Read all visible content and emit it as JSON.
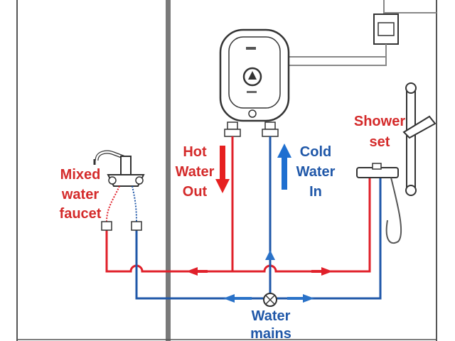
{
  "labels": {
    "hot_line1": "Hot",
    "hot_line2": "Water",
    "hot_line3": "Out",
    "cold_line1": "Cold",
    "cold_line2": "Water",
    "cold_line3": "In",
    "faucet_line1": "Mixed",
    "faucet_line2": "water",
    "faucet_line3": "faucet",
    "shower_line1": "Shower",
    "shower_line2": "set",
    "mains_line1": "Water",
    "mains_line2": "mains"
  },
  "colors": {
    "hot": "#e0202a",
    "cold": "#1f57a8",
    "outline": "#333333",
    "wall": "#555555",
    "label_red": "#d42a2a",
    "label_blue": "#1f57a8"
  },
  "icons": {
    "heater": "water-heater-icon",
    "switch": "electrical-switch-icon",
    "faucet": "mixer-faucet-icon",
    "shower": "shower-set-icon",
    "valve": "mains-valve-icon"
  }
}
